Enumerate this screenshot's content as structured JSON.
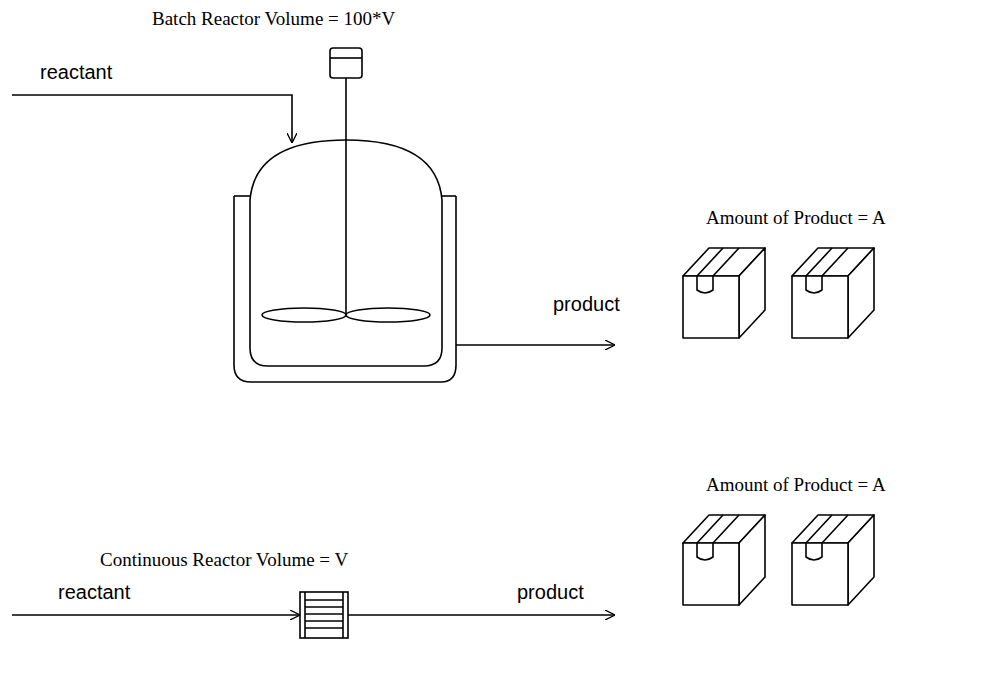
{
  "diagram": {
    "labels": [
      "Batch Reactor Volume = 100*V",
      "reactant",
      "product",
      "Amount of Product = A",
      "Continuous Reactor Volume = V",
      "reactant",
      "product",
      "Amount of Product = A"
    ]
  }
}
